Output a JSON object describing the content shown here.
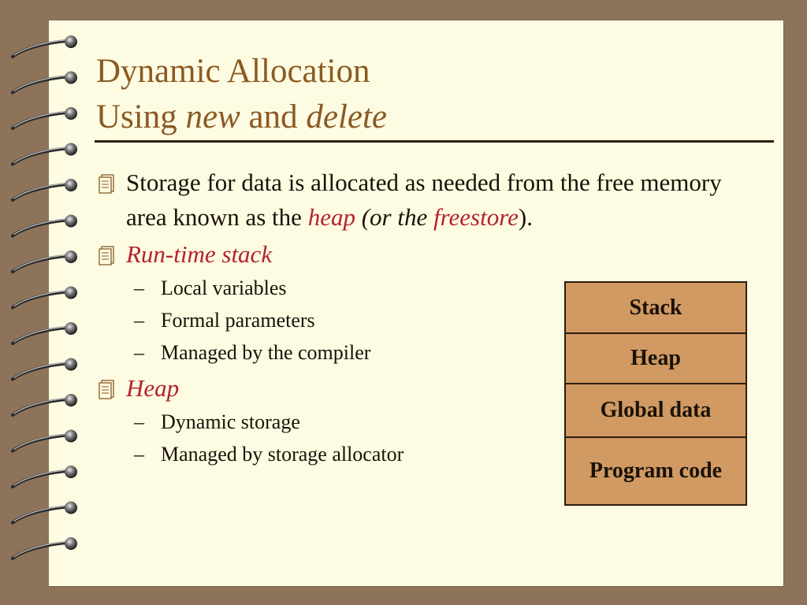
{
  "title": {
    "line1": "Dynamic Allocation",
    "line2_prefix": "Using ",
    "line2_new": "new",
    "line2_mid": " and ",
    "line2_delete": "delete"
  },
  "bullets": {
    "storage": {
      "text_a": "Storage for data is allocated as needed from the free memory area known as the ",
      "heap_word": "heap",
      "text_b": " (or the ",
      "freestore_word": "freestore",
      "text_c": ")."
    },
    "runtime_stack": {
      "label": "Run-time stack",
      "sub": [
        "Local variables",
        "Formal parameters",
        "Managed by the compiler"
      ]
    },
    "heap": {
      "label": "Heap",
      "sub": [
        "Dynamic storage",
        "Managed by storage allocator"
      ]
    },
    "dash": "–"
  },
  "memory_table": {
    "cells": [
      "Stack",
      "Heap",
      "Global data",
      "Program code"
    ]
  },
  "colors": {
    "background": "#8d7359",
    "slide": "#fdfbe2",
    "title": "#8a5a23",
    "emphasis": "#b2232c",
    "table_fill": "#d19a63"
  },
  "icons": {
    "bullet": "notepad-icon",
    "binding": "spiral-ring-icon"
  }
}
